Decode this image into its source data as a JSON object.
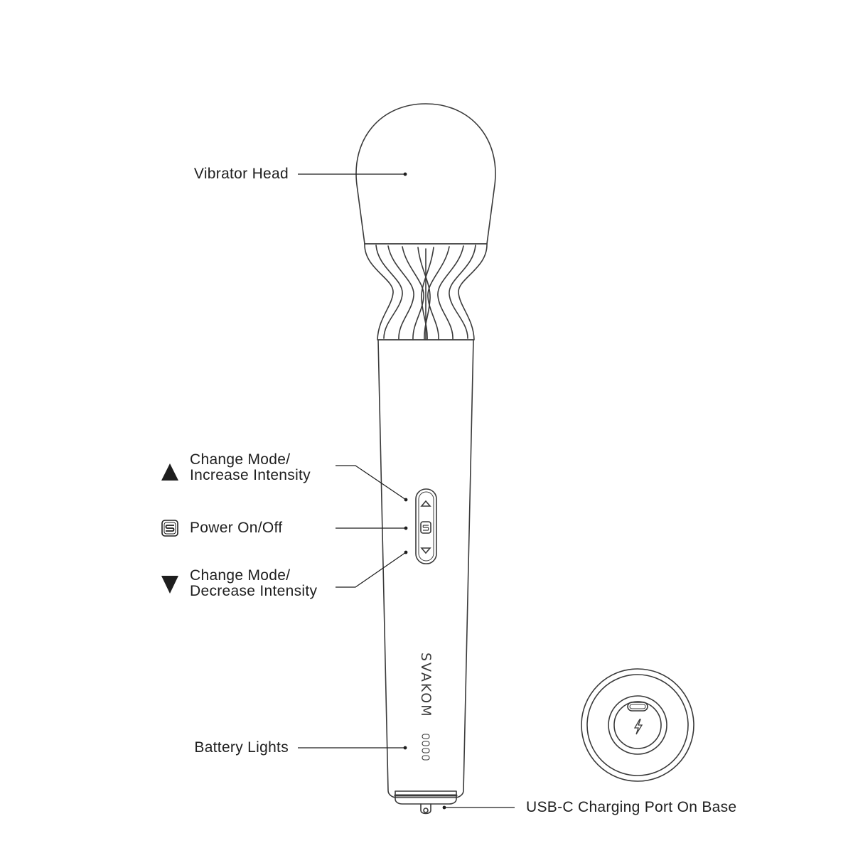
{
  "brand": "SVAKOM",
  "colors": {
    "stroke": "#3a3a3a",
    "text": "#1e1e1e",
    "background": "#ffffff"
  },
  "labels": {
    "vibrator_head": "Vibrator Head",
    "increase_line1": "Change Mode/",
    "increase_line2": "Increase Intensity",
    "power": "Power On/Off",
    "decrease_line1": "Change Mode/",
    "decrease_line2": "Decrease Intensity",
    "battery_lights": "Battery Lights",
    "usb_port": "USB-C Charging Port On Base"
  },
  "icons": {
    "increase": "triangle-up-icon",
    "power": "svakom-s-icon",
    "decrease": "triangle-down-icon",
    "charge": "lightning-bolt-icon"
  }
}
